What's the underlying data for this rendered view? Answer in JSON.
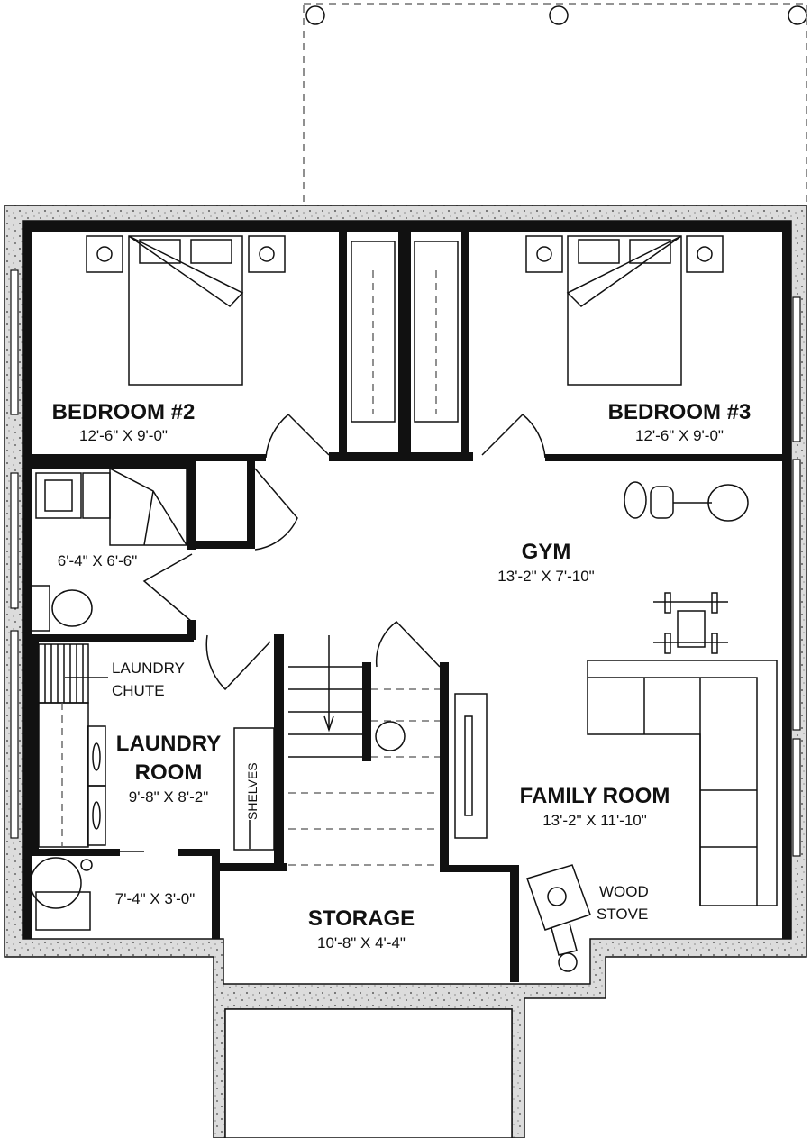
{
  "colors": {
    "foundation": "#d9d9d9",
    "walls": "#111111",
    "background": "#ffffff"
  },
  "rooms": {
    "bedroom2": {
      "name": "BEDROOM #2",
      "dim": "12'-6\" X 9'-0\""
    },
    "bedroom3": {
      "name": "BEDROOM #3",
      "dim": "12'-6\" X 9'-0\""
    },
    "bath": {
      "dim": "6'-4\" X 6'-6\""
    },
    "gym": {
      "name": "GYM",
      "dim": "13'-2\" X 7'-10\""
    },
    "laundry": {
      "name_line1": "LAUNDRY",
      "name_line2": "ROOM",
      "dim": "9'-8\" X 8'-2\""
    },
    "mudroom": {
      "dim": "7'-4\" X 3'-0\""
    },
    "family": {
      "name": "FAMILY ROOM",
      "dim": "13'-2\" X 11'-10\""
    },
    "storage": {
      "name": "STORAGE",
      "dim": "10'-8\" X 4'-4\""
    }
  },
  "notes": {
    "chute_line1": "LAUNDRY",
    "chute_line2": "CHUTE",
    "shelves": "SHELVES",
    "stove_line1": "WOOD",
    "stove_line2": "STOVE"
  }
}
